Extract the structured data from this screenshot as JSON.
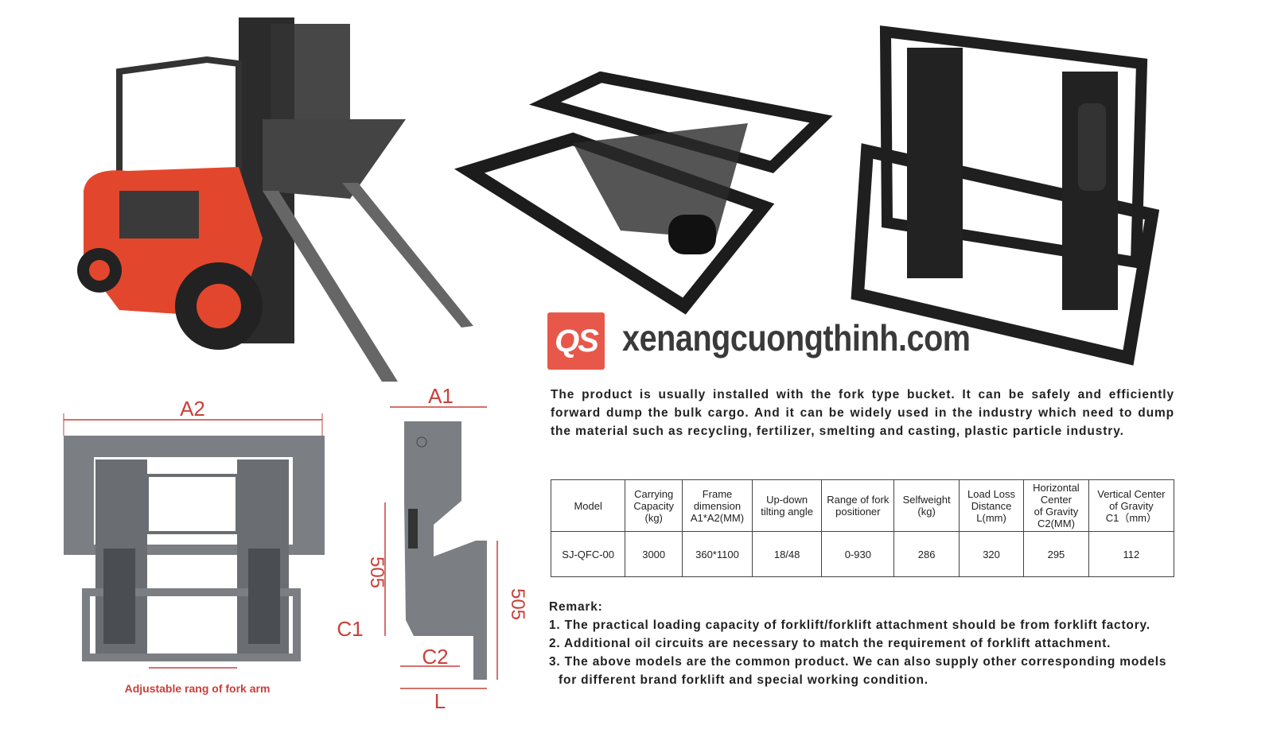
{
  "brand": {
    "logo_text": "QS",
    "site": "xenangcuongthinh.com",
    "accent": "#e8584a"
  },
  "description": "The product is usually installed with the fork type bucket.  It can be safely and efficiently forward dump the bulk cargo. And it can be widely used in the industry which need to dump the material such as recycling, fertilizer, smelting and casting, plastic particle industry.",
  "diagram": {
    "a2": "A2",
    "a1": "A1",
    "dim_505_left": "505",
    "dim_505_right": "505",
    "c1": "C1",
    "c2": "C2",
    "l": "L",
    "caption": "Adjustable rang of fork arm"
  },
  "table": {
    "headers": [
      [
        "Model"
      ],
      [
        "Carrying",
        "Capacity",
        "(kg)"
      ],
      [
        "Frame",
        "dimension",
        "A1*A2(MM)"
      ],
      [
        "Up-down",
        "tilting angle"
      ],
      [
        "Range of fork",
        "positioner"
      ],
      [
        "Selfweight",
        "(kg)"
      ],
      [
        "Load Loss",
        "Distance",
        "L(mm)"
      ],
      [
        "Horizontal",
        "Center",
        "of Gravity",
        "C2(MM)"
      ],
      [
        "Vertical Center",
        "of Gravity",
        "C1（mm）"
      ]
    ],
    "rows": [
      [
        "SJ-QFC-00",
        "3000",
        "360*1100",
        "18/48",
        "0-930",
        "286",
        "320",
        "295",
        "112"
      ]
    ]
  },
  "remarks": {
    "title": "Remark:",
    "items": [
      "1. The practical loading capacity of forklift/forklift attachment should be from forklift factory.",
      "2. Additional oil circuits  are necessary  to match the requirement of forklift attachment.",
      "3. The above models are the common product.  We can also supply other corresponding models",
      "   for different brand forklift and special working condition."
    ]
  }
}
